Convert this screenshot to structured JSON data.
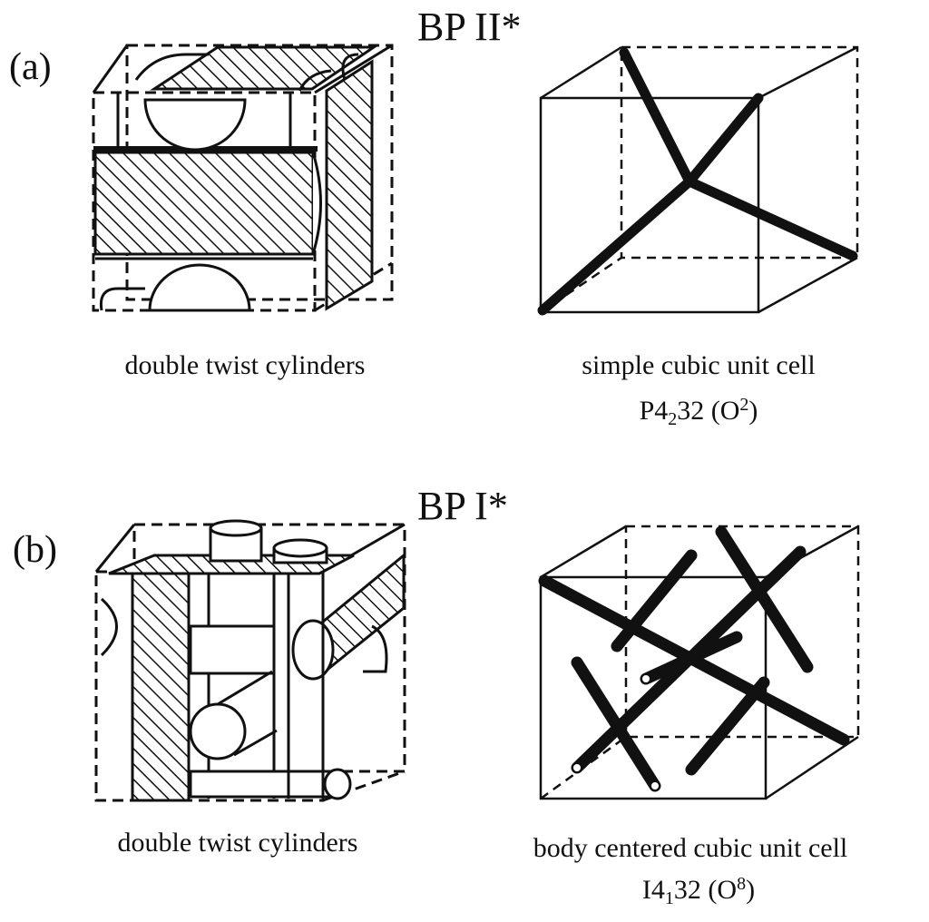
{
  "panel_a": {
    "label": "(a)",
    "title": "BP II*",
    "left_caption": "double twist cylinders",
    "right_caption": "simple cubic  unit cell",
    "formula": {
      "base": "P4",
      "sub": "2",
      "mid": "32 (O",
      "sup": "2",
      "end": ")"
    }
  },
  "panel_b": {
    "label": "(b)",
    "title": "BP I*",
    "left_caption": "double twist cylinders",
    "right_caption": "body centered cubic  unit cell",
    "formula": {
      "base": "I4",
      "sub": "1",
      "mid": "32 (O",
      "sup": "8",
      "end": ")"
    }
  },
  "colors": {
    "ink": "#111111",
    "background": "#ffffff"
  }
}
